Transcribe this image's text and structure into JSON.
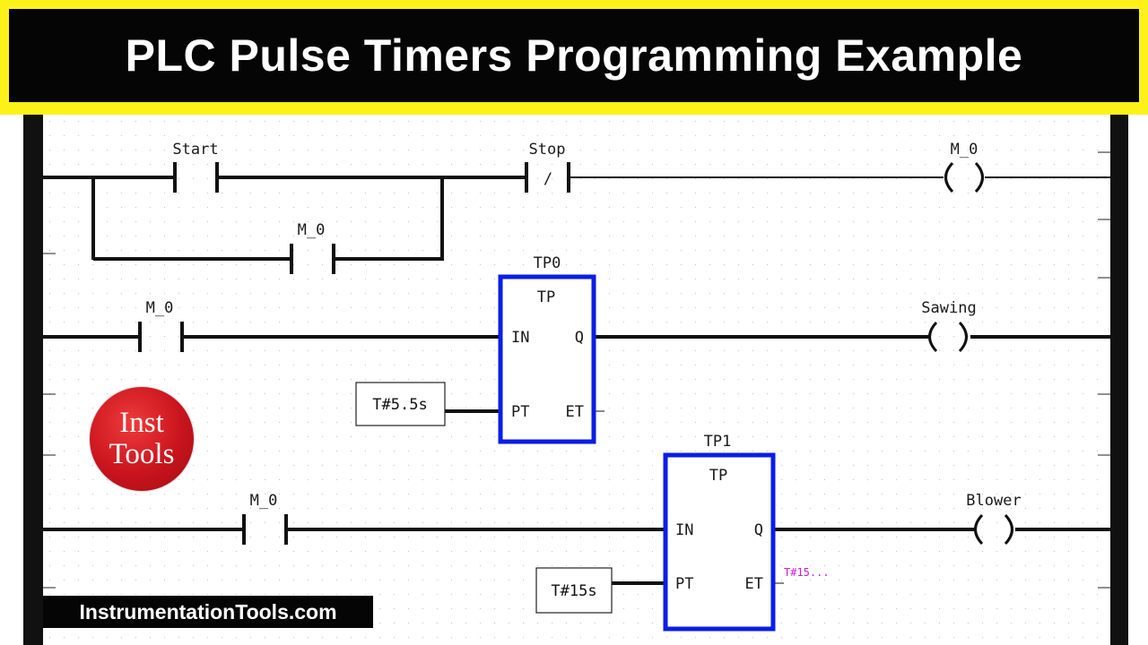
{
  "title": "PLC Pulse Timers Programming Example",
  "rungs": {
    "r1": {
      "start_label": "Start",
      "stop_label": "Stop",
      "stop_symbol": "/",
      "coil_label": "M_0",
      "seal_label": "M_0"
    },
    "r2": {
      "contact_label": "M_0",
      "timer_name": "TP0",
      "timer_type": "TP",
      "pin_in": "IN",
      "pin_q": "Q",
      "pin_pt": "PT",
      "pin_et": "ET",
      "preset": "T#5.5s",
      "coil_label": "Sawing"
    },
    "r3": {
      "contact_label": "M_0",
      "timer_name": "TP1",
      "timer_type": "TP",
      "pin_in": "IN",
      "pin_q": "Q",
      "pin_pt": "PT",
      "pin_et": "ET",
      "preset": "T#15s",
      "et_value": "T#15...",
      "coil_label": "Blower"
    }
  },
  "logo": {
    "line1": "Inst",
    "line2": "Tools"
  },
  "website": "InstrumentationTools.com",
  "colors": {
    "title_border": "#fcf21a",
    "title_bg": "#050505",
    "timer_border": "#0a1ee6",
    "et_value": "#d21ad8",
    "logo": "#c9141d"
  }
}
